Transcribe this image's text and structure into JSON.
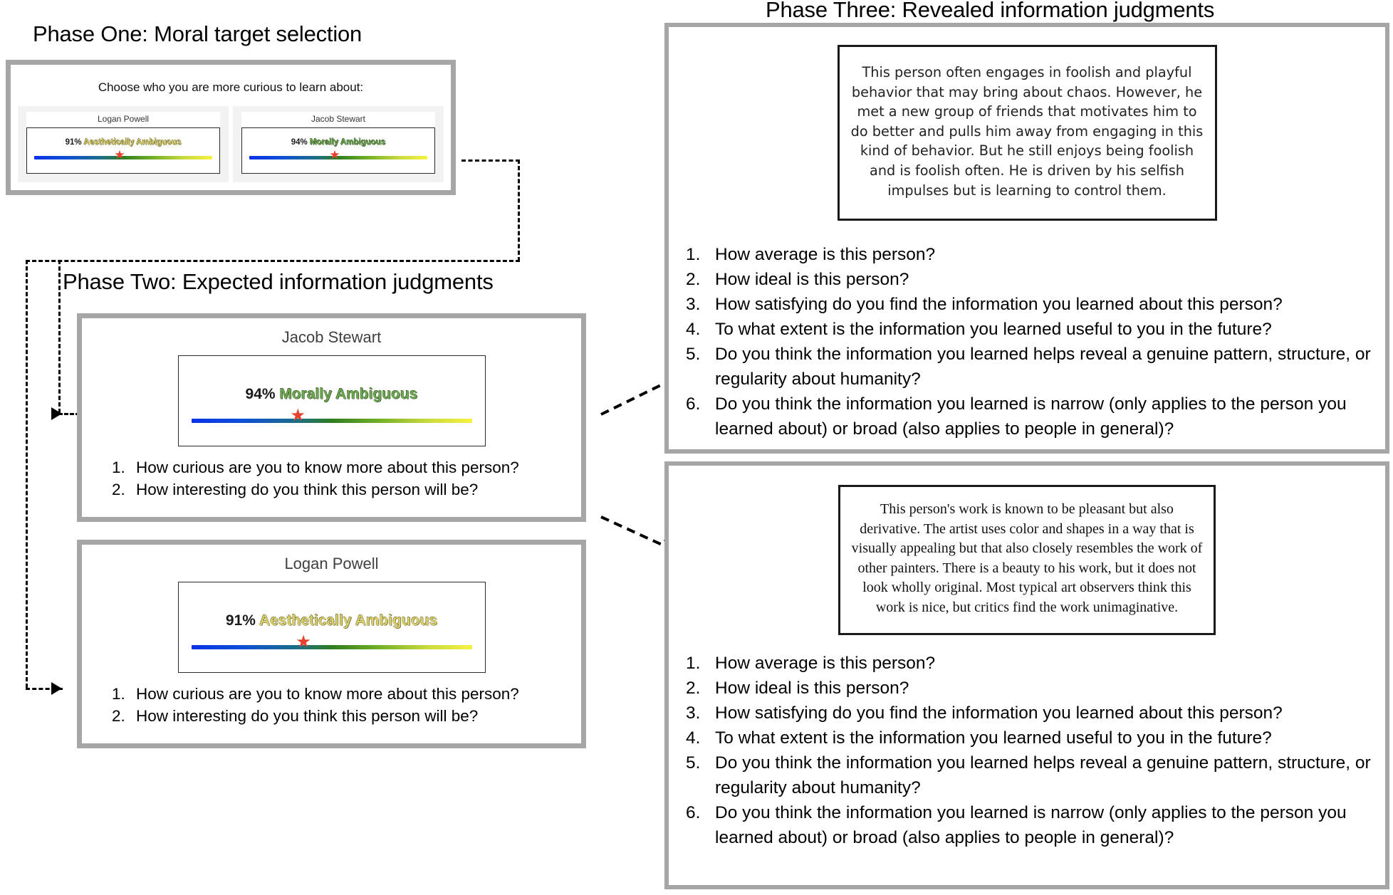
{
  "phase_one": {
    "title": "Phase One: Moral target selection",
    "prompt": "Choose who you are more curious to learn about:",
    "choices": [
      {
        "name": "Logan Powell",
        "percent": "91%",
        "label": "Aesthetically Ambiguous",
        "marker_position_pct": 48
      },
      {
        "name": "Jacob Stewart",
        "percent": "94%",
        "label": "Morally Ambiguous",
        "marker_position_pct": 48
      }
    ]
  },
  "phase_two": {
    "title": "Phase Two: Expected information judgments",
    "panels": [
      {
        "name": "Jacob Stewart",
        "percent": "94%",
        "label": "Morally Ambiguous",
        "marker_position_pct": 38,
        "questions": [
          "How curious are you to know more about this person?",
          "How interesting do you think this person will be?"
        ]
      },
      {
        "name": "Logan Powell",
        "percent": "91%",
        "label": "Aesthetically Ambiguous",
        "marker_position_pct": 40,
        "questions": [
          "How curious are you to know more about this person?",
          "How interesting do you think this person will be?"
        ]
      }
    ]
  },
  "phase_three": {
    "title": "Phase Three: Revealed information judgments",
    "panels": [
      {
        "vignette": "This person often engages in foolish and playful behavior that may bring about chaos. However, he met a new group of friends that motivates him to do better and pulls him away from engaging in this kind of behavior. But he still enjoys being foolish and is foolish often. He is driven by his selfish impulses but is learning to control them.",
        "questions": [
          "How average is this person?",
          "How ideal is this person?",
          "How satisfying do you find the information you learned about this person?",
          "To what extent is the information you learned useful to you in the future?",
          "Do you think the information you learned helps reveal a genuine pattern, structure, or regularity about humanity?",
          " Do you think the information you learned is narrow (only applies to the person you learned about) or broad (also applies to people in general)?"
        ]
      },
      {
        "vignette": "This person's work is known to be pleasant but also derivative. The artist uses color and shapes in a way that is visually appealing but that also closely resembles the work of other painters. There is a beauty to his work, but it does not look wholly original. Most typical art observers think this work is nice, but critics find the work unimaginative.",
        "questions": [
          "How average is this person?",
          "How ideal is this person?",
          "How satisfying do you find the information you learned about this person?",
          "To what extent is the information you learned useful to you in the future?",
          "Do you think the information you learned helps reveal a genuine pattern, structure, or regularity about humanity?",
          " Do you think the information you learned is narrow (only applies to the person you learned about) or broad (also applies to people in general)?"
        ]
      }
    ]
  },
  "colors": {
    "panel_border": "#a6a6a6",
    "moral_label": "#6aa84f",
    "aesthetic_label": "#d9d06a",
    "marker": "#e8402a",
    "scale_low": "#0a32e8",
    "scale_high": "#f7f241"
  },
  "icons": {
    "marker": "star-icon",
    "flow_arrow": "arrow-right-icon"
  }
}
